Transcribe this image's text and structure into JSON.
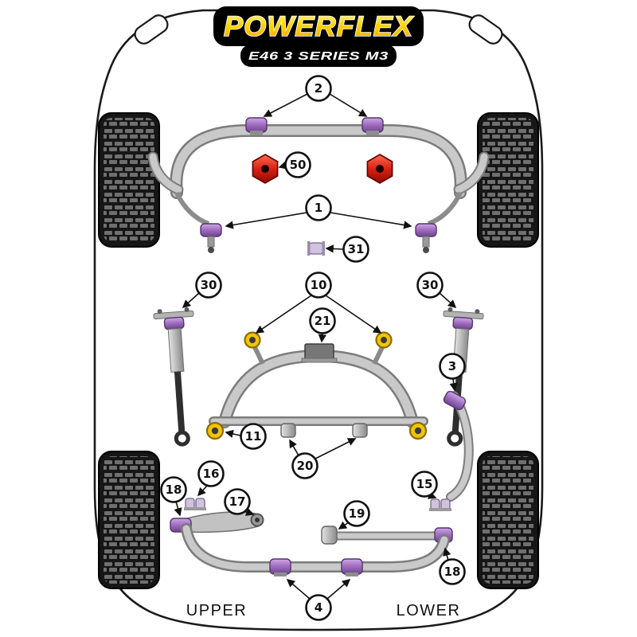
{
  "header": {
    "brand": "POWERFLEX",
    "model": "E46 3 SERIES M3"
  },
  "footer": {
    "left_label": "UPPER",
    "right_label": "LOWER"
  },
  "colors": {
    "banner": "#000000",
    "bush_purple": "#9e6cbe",
    "bush_yellow": "#f2c500",
    "mount_red": "#d82211",
    "metal_light": "#c9c9c9",
    "tire": "#161616",
    "outline": "#1a1a1a",
    "background": "#ffffff"
  },
  "callouts": [
    {
      "number": "2",
      "points_to": "front-anti-roll-bar-bushes"
    },
    {
      "number": "50",
      "points_to": "hex-mount-insert"
    },
    {
      "number": "1",
      "points_to": "drop-link-bushes"
    },
    {
      "number": "31",
      "points_to": "small-center-bush"
    },
    {
      "number": "30",
      "points_to": "shock-top-mount-left"
    },
    {
      "number": "10",
      "points_to": "subframe-front-bushes"
    },
    {
      "number": "30",
      "points_to": "shock-top-mount-right"
    },
    {
      "number": "21",
      "points_to": "center-mount"
    },
    {
      "number": "3",
      "points_to": "curved-arm-bush"
    },
    {
      "number": "11",
      "points_to": "subframe-rear-bush-left"
    },
    {
      "number": "20",
      "points_to": "lower-mount-bushes"
    },
    {
      "number": "16",
      "points_to": "bush-pair-left"
    },
    {
      "number": "18",
      "points_to": "arm-end-bush-left"
    },
    {
      "number": "17",
      "points_to": "control-arm-eye"
    },
    {
      "number": "15",
      "points_to": "bush-pair-right"
    },
    {
      "number": "19",
      "points_to": "trailing-arm-bush"
    },
    {
      "number": "18",
      "points_to": "arm-end-bush-right"
    },
    {
      "number": "4",
      "points_to": "rear-anti-roll-bar-bushes"
    }
  ]
}
